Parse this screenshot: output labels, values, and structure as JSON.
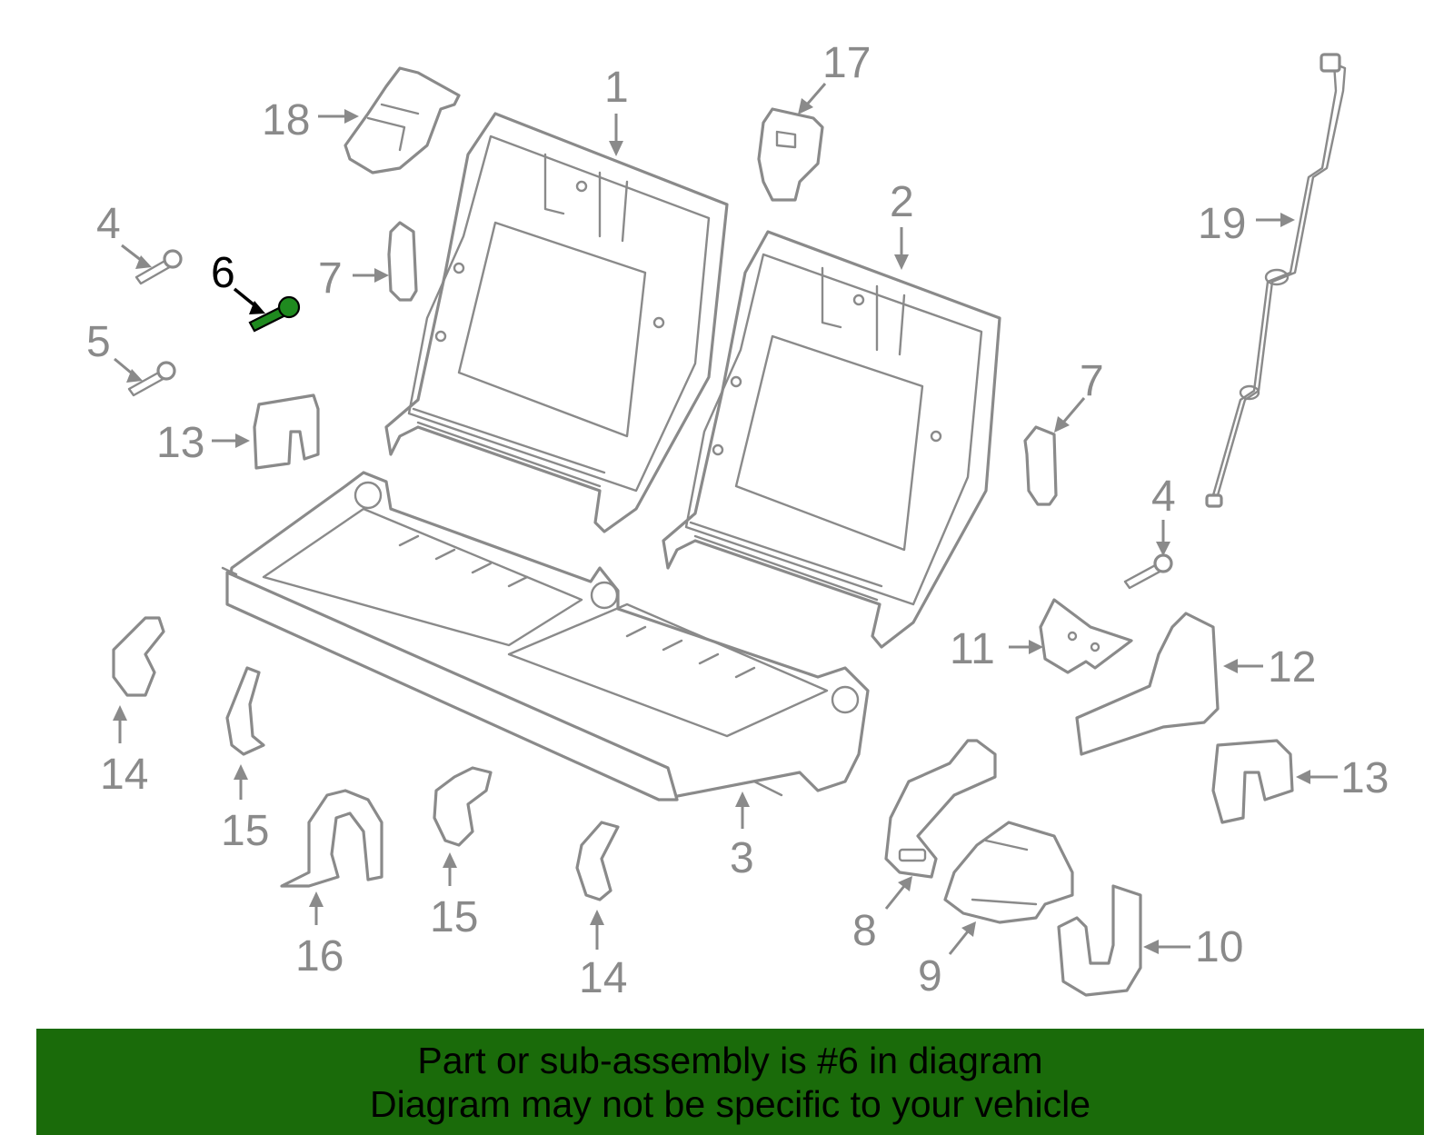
{
  "diagram": {
    "highlight_color": "#1f8a1f",
    "part_color": "#8a8a8a",
    "callouts": {
      "c1": "1",
      "c2": "2",
      "c3": "3",
      "c4a": "4",
      "c4b": "4",
      "c5": "5",
      "c6": "6",
      "c7a": "7",
      "c7b": "7",
      "c8": "8",
      "c9": "9",
      "c10": "10",
      "c11": "11",
      "c12": "12",
      "c13a": "13",
      "c13b": "13",
      "c14a": "14",
      "c14b": "14",
      "c15a": "15",
      "c15b": "15",
      "c16": "16",
      "c17": "17",
      "c18": "18",
      "c19": "19"
    },
    "highlighted_part": "6"
  },
  "banner": {
    "line1": "Part or sub-assembly is #6 in diagram",
    "line2": "Diagram may not be specific to your vehicle",
    "background": "#1a6b0a"
  }
}
